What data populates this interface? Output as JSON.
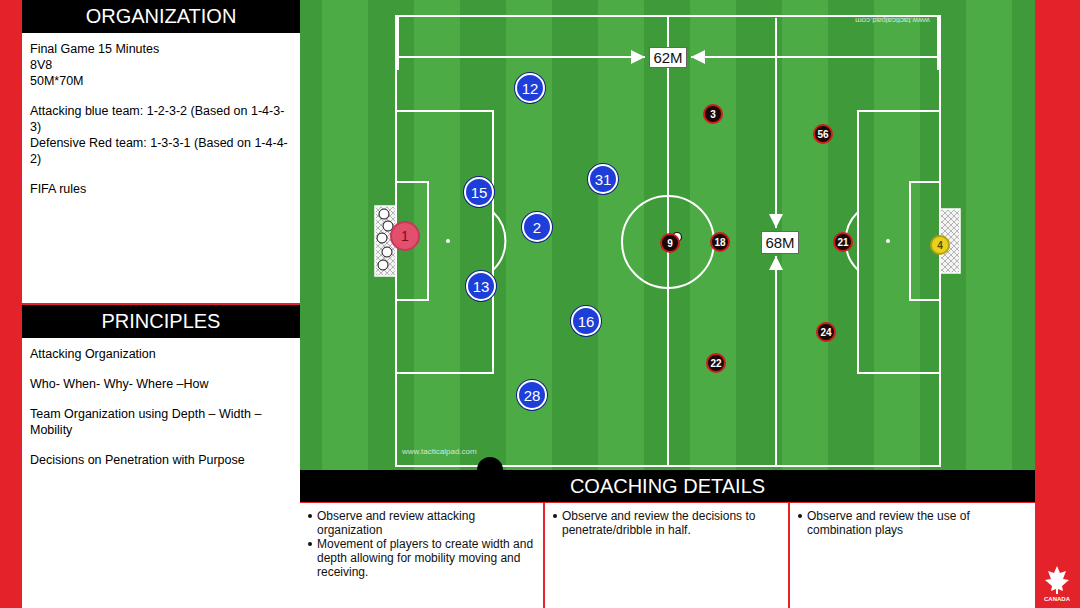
{
  "diagram": {
    "nodes": [
      {
        "text": [
          "ORGANIZATION",
          "Final Game 15 Minutes",
          "8V8",
          "50M*70M",
          "Attacking blue team: 1-2-3-2 (Based on 1-4-3-3)",
          "Defensive Red team: 1-3-3-1 (Based on 1-4-4-2)",
          "FIFA rules"
        ]
      },
      {
        "text": [
          "PRINCIPLES",
          "Attacking Organization",
          "Who- When- Why- Where –How",
          "Team Organization using Depth – Width – Mobility",
          "Decisions on Penetration with Purpose"
        ]
      },
      {
        "text": [
          "www.tacticalpad.com",
          "www.tacticalpad.com"
        ]
      },
      {
        "text": [
          "62M"
        ],
        "in": 2
      },
      {
        "text": [
          "12"
        ],
        "in": 2
      },
      {
        "text": [
          "3"
        ],
        "in": 2
      },
      {
        "text": [
          "56"
        ],
        "in": 2
      },
      {
        "text": [
          "31"
        ],
        "in": 2
      },
      {
        "text": [
          "15"
        ],
        "in": 2
      },
      {
        "text": [
          "2"
        ],
        "in": 2
      },
      {
        "text": [
          "1"
        ],
        "in": 2
      },
      {
        "text": [
          "9"
        ],
        "in": 2
      },
      {
        "text": [
          "18"
        ],
        "in": 2
      },
      {
        "text": [
          "68M"
        ],
        "in": 2
      },
      {
        "text": [
          "21"
        ],
        "in": 2
      },
      {
        "text": [
          "4"
        ],
        "in": 2
      },
      {
        "text": [
          "13"
        ],
        "in": 2
      },
      {
        "text": [
          "16"
        ],
        "in": 2
      },
      {
        "text": [
          "24"
        ],
        "in": 2
      },
      {
        "text": [
          "22"
        ],
        "in": 2
      },
      {
        "text": [
          "28"
        ],
        "in": 2
      },
      {
        "text": [
          "COACHING DETAILS"
        ]
      },
      {
        "text": [
          "Observe and review attacking organization",
          "Movement of players to create width and depth allowing for mobility moving and receiving."
        ],
        "in": 21
      },
      {
        "text": [
          "Observe and review the decisions to penetrate/dribble in half."
        ],
        "in": 21
      },
      {
        "text": [
          "Observe and review the use of combination plays"
        ],
        "in": 21
      }
    ],
    "labels": [
      "CANADA"
    ]
  }
}
